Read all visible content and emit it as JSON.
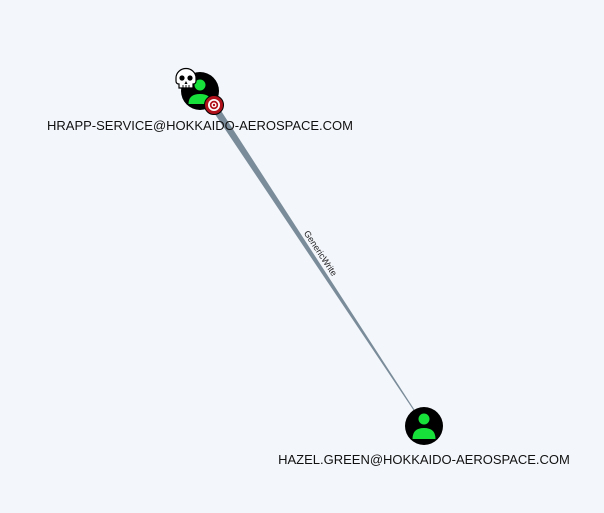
{
  "graph": {
    "background_color": "#f3f6fb",
    "nodes": [
      {
        "id": "hrapp",
        "label": "HRAPP-SERVICE@HOKKAIDO-AEROSPACE.COM",
        "type": "user",
        "icon": "user-icon",
        "badges": [
          "skull-icon",
          "target-icon"
        ],
        "colors": {
          "fill": "#000000",
          "figure": "#18e03a",
          "target": "#b0111a"
        }
      },
      {
        "id": "hazel",
        "label": "HAZEL.GREEN@HOKKAIDO-AEROSPACE.COM",
        "type": "user",
        "icon": "user-icon",
        "badges": [],
        "colors": {
          "fill": "#000000",
          "figure": "#18e03a"
        }
      }
    ],
    "edges": [
      {
        "from": "hazel",
        "to": "hrapp",
        "label": "GenericWrite",
        "color": "#7a8c99"
      }
    ]
  }
}
